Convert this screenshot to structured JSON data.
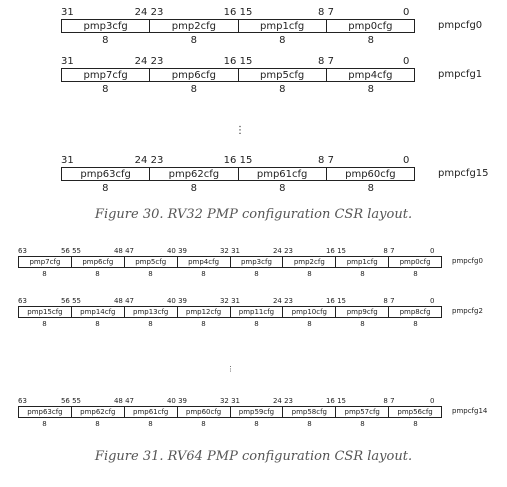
{
  "rv32": {
    "caption": "Figure 30. RV32 PMP configuration CSR layout.",
    "ellipsis": "⋮",
    "bit_labels": [
      "31",
      "24 23",
      "16 15",
      "8 7",
      "0"
    ],
    "field_widths": [
      "8",
      "8",
      "8",
      "8"
    ],
    "registers": [
      {
        "name": "pmpcfg0",
        "fields": [
          "pmp3cfg",
          "pmp2cfg",
          "pmp1cfg",
          "pmp0cfg"
        ]
      },
      {
        "name": "pmpcfg1",
        "fields": [
          "pmp7cfg",
          "pmp6cfg",
          "pmp5cfg",
          "pmp4cfg"
        ]
      },
      {
        "name": "pmpcfg15",
        "fields": [
          "pmp63cfg",
          "pmp62cfg",
          "pmp61cfg",
          "pmp60cfg"
        ]
      }
    ]
  },
  "rv64": {
    "caption": "Figure 31. RV64 PMP configuration CSR layout.",
    "ellipsis": "⋮",
    "bit_labels": [
      "63",
      "56 55",
      "48 47",
      "40 39",
      "32 31",
      "24 23",
      "16 15",
      "8 7",
      "0"
    ],
    "field_widths": [
      "8",
      "8",
      "8",
      "8",
      "8",
      "8",
      "8",
      "8"
    ],
    "registers": [
      {
        "name": "pmpcfg0",
        "fields": [
          "pmp7cfg",
          "pmp6cfg",
          "pmp5cfg",
          "pmp4cfg",
          "pmp3cfg",
          "pmp2cfg",
          "pmp1cfg",
          "pmp0cfg"
        ]
      },
      {
        "name": "pmpcfg2",
        "fields": [
          "pmp15cfg",
          "pmp14cfg",
          "pmp13cfg",
          "pmp12cfg",
          "pmp11cfg",
          "pmp10cfg",
          "pmp9cfg",
          "pmp8cfg"
        ]
      },
      {
        "name": "pmpcfg14",
        "fields": [
          "pmp63cfg",
          "pmp62cfg",
          "pmp61cfg",
          "pmp60cfg",
          "pmp59cfg",
          "pmp58cfg",
          "pmp57cfg",
          "pmp56cfg"
        ]
      }
    ]
  }
}
